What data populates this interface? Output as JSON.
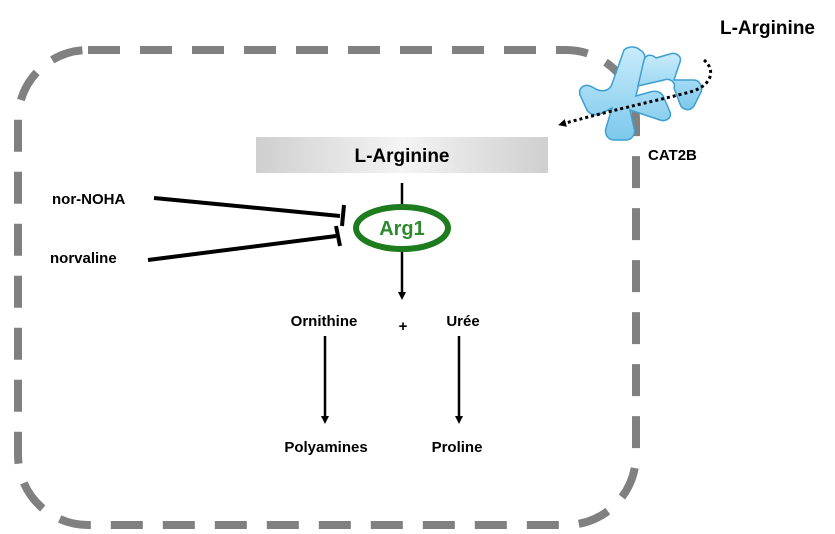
{
  "labels": {
    "extracellular_substrate": "L-Arginine",
    "transporter": "CAT2B",
    "intracellular_substrate": "L-Arginine",
    "enzyme": "Arg1",
    "inhibitor_1": "nor-NOHA",
    "inhibitor_2": "norvaline",
    "product_1": "Ornithine",
    "plus": "+",
    "product_2": "Urée",
    "downstream_1": "Polyamines",
    "downstream_2": "Proline"
  },
  "colors": {
    "cell_border": "#808080",
    "enzyme_ring": "#1e7b1e",
    "enzyme_text": "#2d8a2d",
    "transporter_fill": "#9fd8f2",
    "transporter_stroke": "#3d9fd0",
    "substrate_bar": "#c8c8c8"
  }
}
